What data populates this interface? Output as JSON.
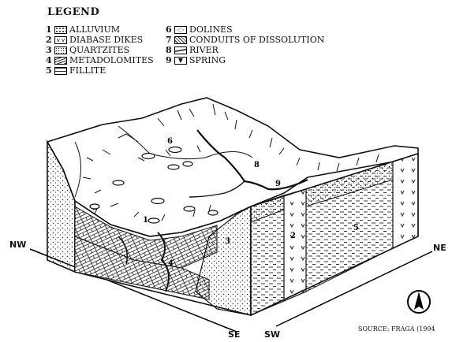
{
  "legend": {
    "title": "LEGEND",
    "items": [
      {
        "num": "1",
        "label": "ALLUVIUM",
        "icon": "alluvium-pattern-icon"
      },
      {
        "num": "2",
        "label": "DIABASE DIKES",
        "icon": "diabase-dikes-pattern-icon"
      },
      {
        "num": "3",
        "label": "QUARTZITES",
        "icon": "quartzites-pattern-icon"
      },
      {
        "num": "4",
        "label": "METADOLOMITES",
        "icon": "metadolomites-pattern-icon"
      },
      {
        "num": "5",
        "label": "FILLITE",
        "icon": "fillite-pattern-icon"
      },
      {
        "num": "6",
        "label": "DOLINES",
        "icon": "dolines-pattern-icon"
      },
      {
        "num": "7",
        "label": "CONDUITS OF DISSOLUTION",
        "icon": "conduits-pattern-icon"
      },
      {
        "num": "8",
        "label": "RIVER",
        "icon": "river-pattern-icon"
      },
      {
        "num": "9",
        "label": "SPRING",
        "icon": "spring-pattern-icon"
      }
    ]
  },
  "directions": {
    "nw": "NW",
    "se": "SE",
    "sw": "SW",
    "ne": "NE"
  },
  "block_labels": [
    "1",
    "2",
    "3",
    "4",
    "5",
    "6",
    "7",
    "8",
    "9"
  ],
  "source": "SOURCE: FRAGA (1994"
}
